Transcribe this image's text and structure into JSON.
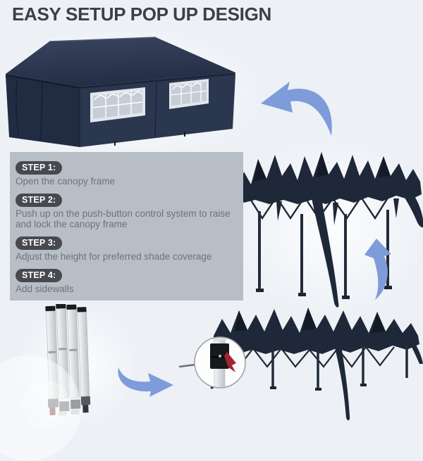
{
  "page": {
    "title": "EASY SETUP POP UP DESIGN",
    "background_color": "#edf1f6"
  },
  "steps_panel": {
    "background_color": "#b8bec6",
    "badge_background": "#46494f",
    "badge_text_color": "#ffffff",
    "description_color": "#6d737b",
    "steps": [
      {
        "label": "STEP 1:",
        "description": "Open the canopy frame"
      },
      {
        "label": "STEP 2:",
        "description": "Push up on the push-button control system to raise and lock the canopy frame"
      },
      {
        "label": "STEP 3:",
        "description": "Adjust the height for preferred shade coverage"
      },
      {
        "label": "STEP 4:",
        "description": "Add sidewalls"
      }
    ]
  },
  "figures": {
    "tent": "assembled-canopy-tent-with-sidewalls",
    "frame_raised": "canopy-frame-raised-with-fabric",
    "frame_opened": "canopy-frame-opened-with-fabric",
    "folded_frame": "folded-canopy-frame-bundle",
    "detail_callout": "push-button-control-detail"
  },
  "colors": {
    "canopy_navy": "#242f47",
    "frame_dark": "#1f2838",
    "arrow_blue": "#7e9cda",
    "detail_red": "#a32532",
    "panel_gray": "#b8bec6"
  }
}
